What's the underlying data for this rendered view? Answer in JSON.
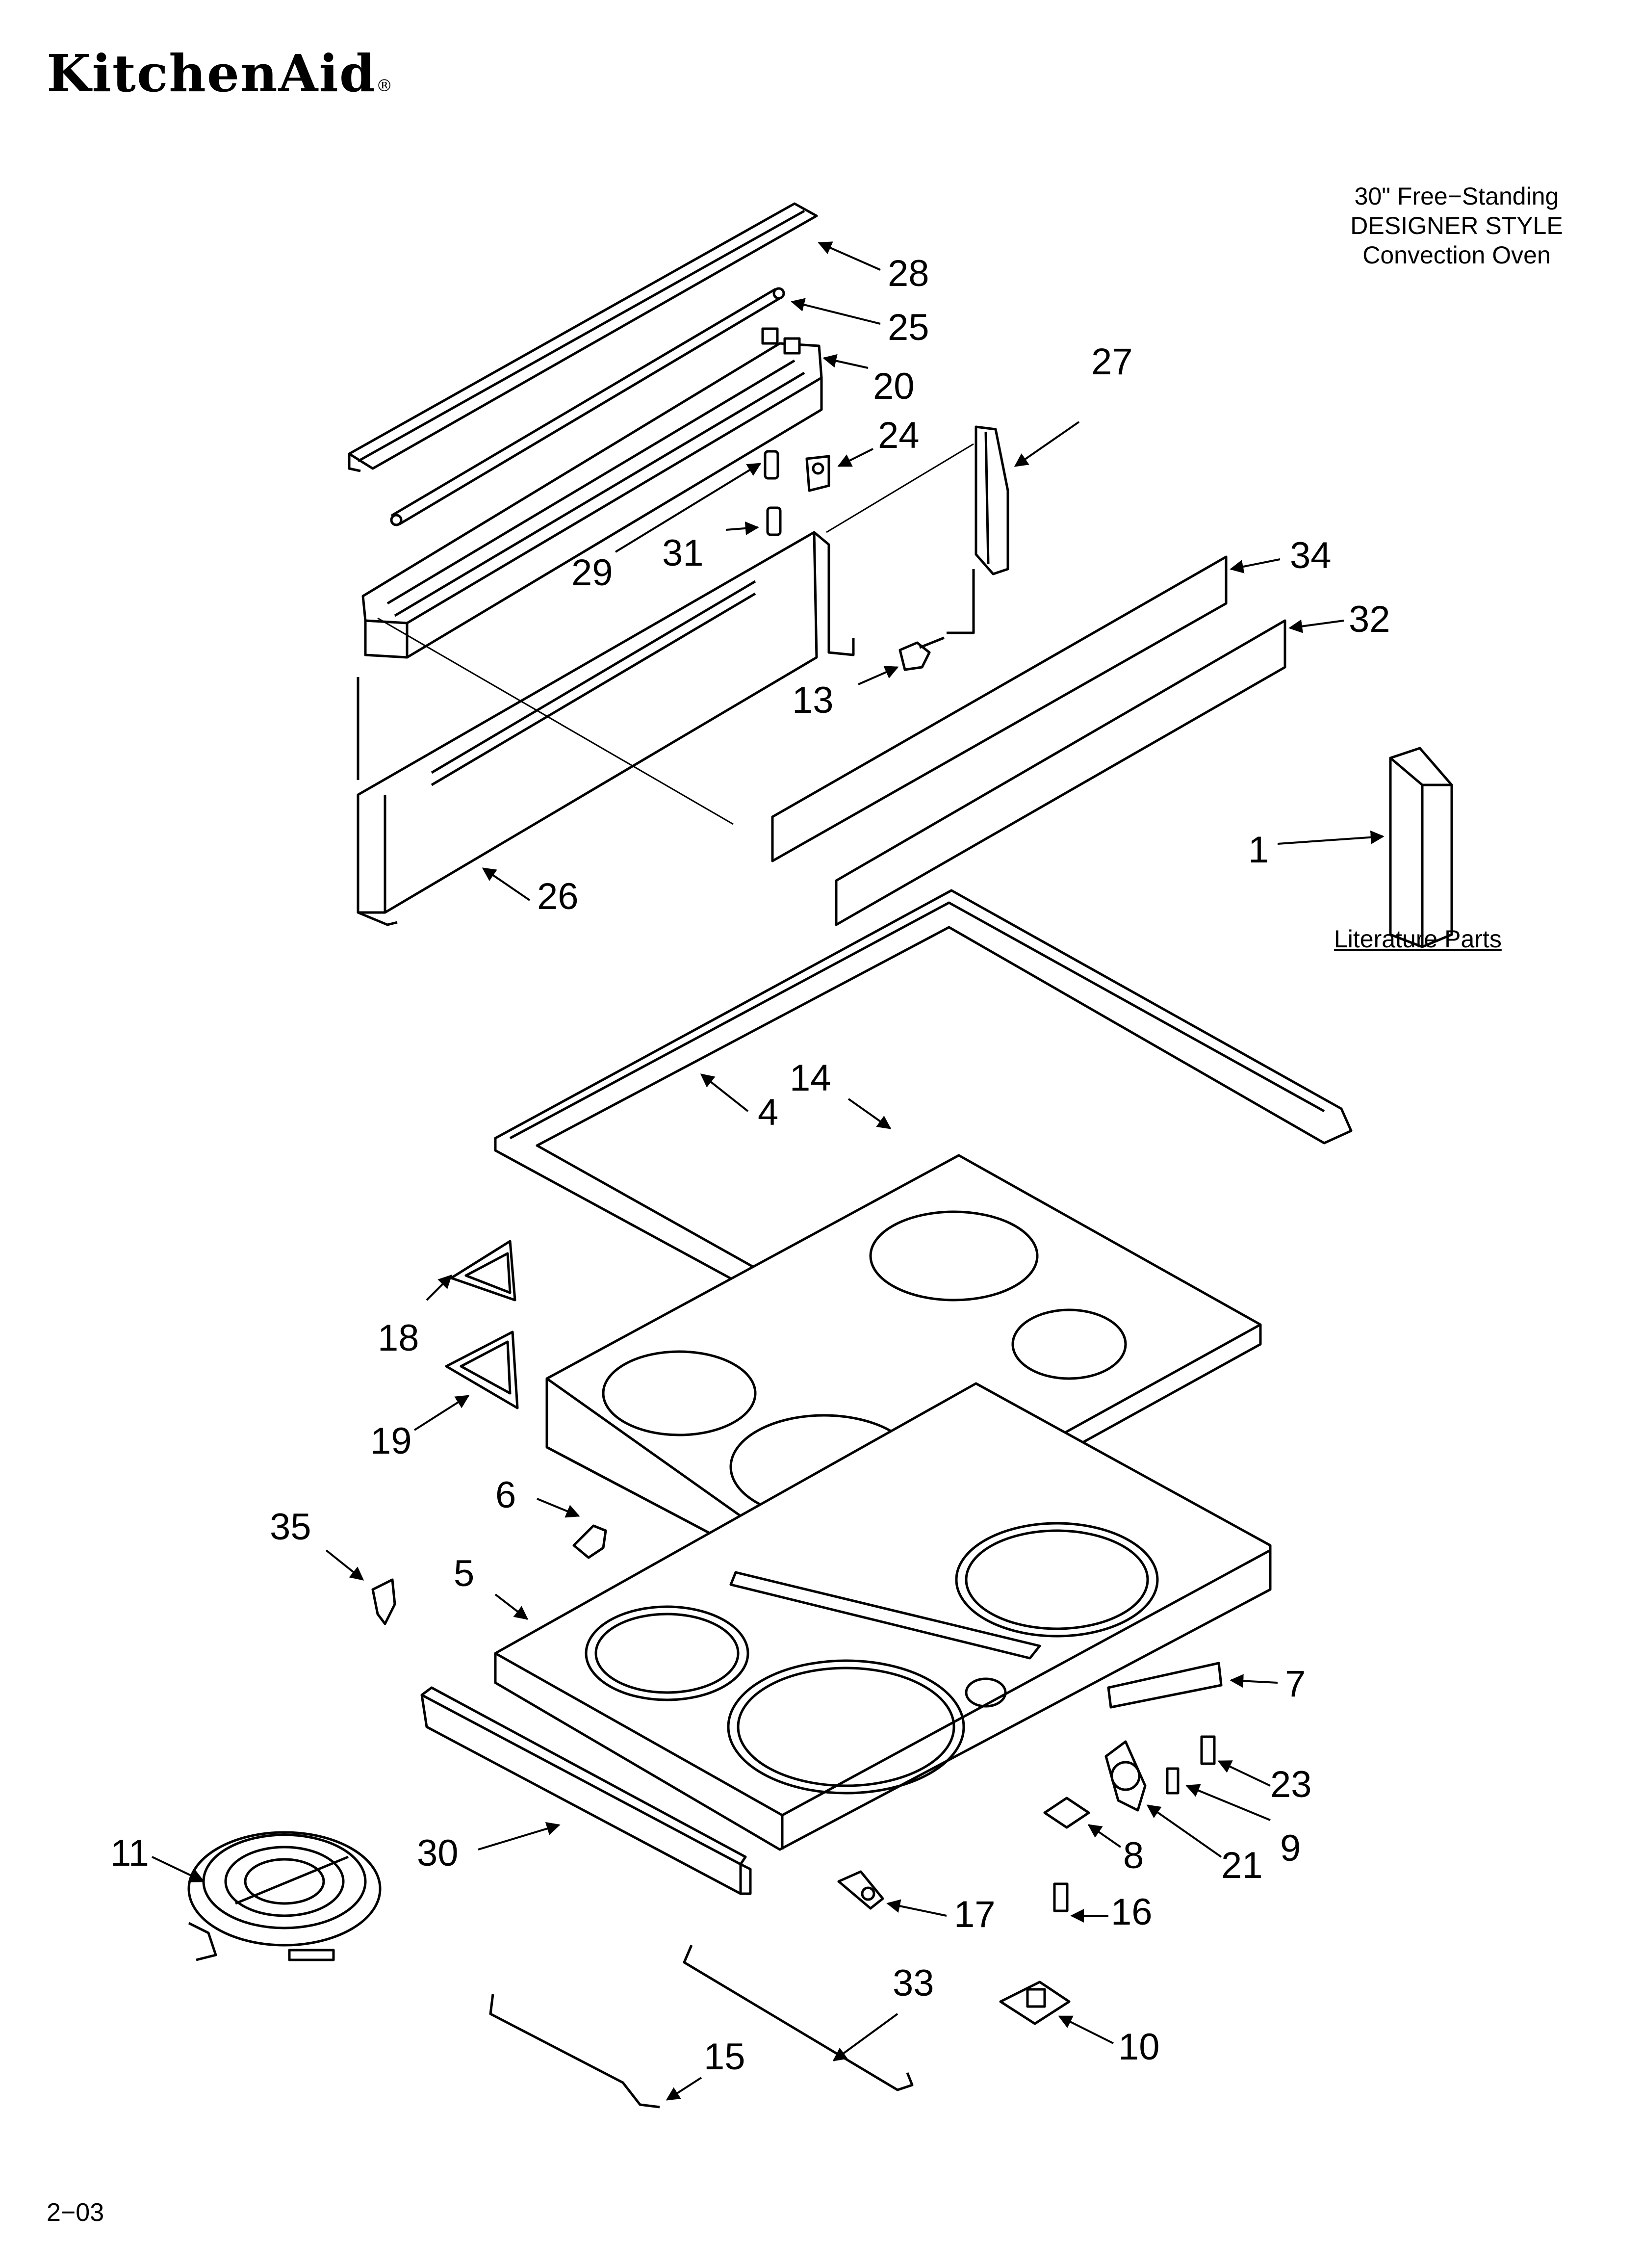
{
  "brand": {
    "name": "KitchenAid",
    "mark": "®"
  },
  "model": {
    "line1": "30\" Free−Standing",
    "line2": "DESIGNER STYLE",
    "line3": "Convection Oven"
  },
  "literature_label": "Literature Parts",
  "date_code": "2−03",
  "callouts": {
    "c1": "1",
    "c4": "4",
    "c5": "5",
    "c6": "6",
    "c7": "7",
    "c8": "8",
    "c9": "9",
    "c10": "10",
    "c11": "11",
    "c13": "13",
    "c14": "14",
    "c15": "15",
    "c16": "16",
    "c17": "17",
    "c18": "18",
    "c19": "19",
    "c20": "20",
    "c21": "21",
    "c23": "23",
    "c24": "24",
    "c25": "25",
    "c26": "26",
    "c27": "27",
    "c28": "28",
    "c29": "29",
    "c30": "30",
    "c31": "31",
    "c32": "32",
    "c33": "33",
    "c34": "34",
    "c35": "35"
  }
}
